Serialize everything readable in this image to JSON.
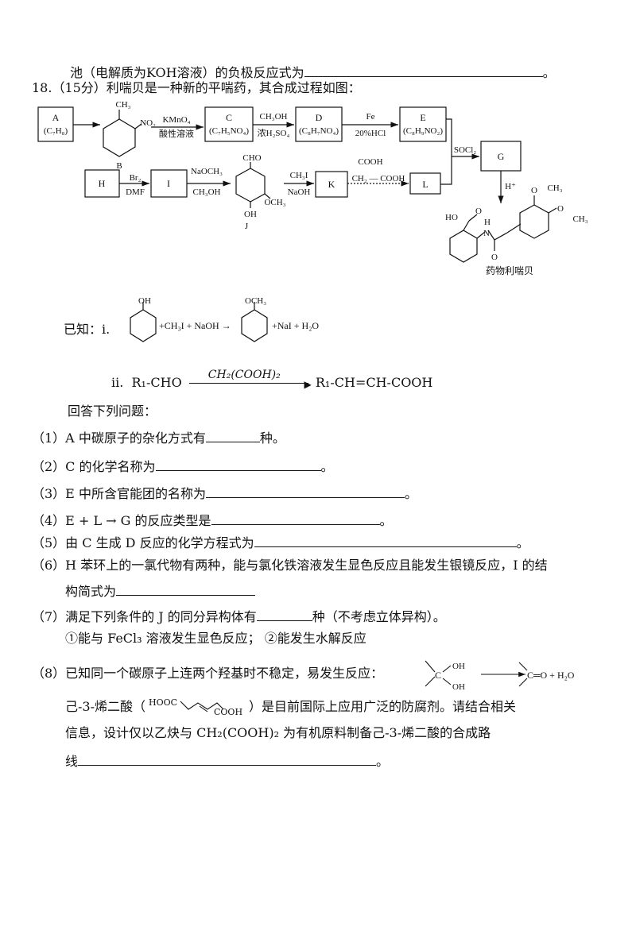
{
  "prev_line": {
    "text": "池（电解质为KOH溶液）的负极反应式为",
    "end": "。"
  },
  "q18": {
    "title": "18.（15分）利喘贝是一种新的平喘药，其合成过程如图：",
    "scheme": {
      "A": "A",
      "A_f": "(C₇H₈)",
      "B": "B",
      "B_ch3": "CH₃",
      "B_no2": "NO₂",
      "r1_top": "KMnO₄",
      "r1_bot": "酸性溶液",
      "C": "C",
      "C_f": "(C₇H₅NO₄)",
      "r2_top": "CH₃OH",
      "r2_bot": "浓H₂SO₄",
      "D": "D",
      "D_f": "(C₈H₇NO₄)",
      "r3_top": "Fe",
      "r3_bot": "20%HCl",
      "E": "E",
      "E_f": "(C₈H₉NO₂)",
      "r4": "SOCl₂",
      "G": "G",
      "r5": "H⁺",
      "H": "H",
      "r6_top": "Br₂",
      "r6_bot": "DMF",
      "I": "I",
      "r7_top": "NaOCH₃",
      "r7_bot": "CH₃OH",
      "J_cho": "CHO",
      "J_och3": "OCH₃",
      "J_oh": "OH",
      "J": "J",
      "r8_top": "CH₃I",
      "r8_bot": "NaOH",
      "K": "K",
      "mal_top": "COOH",
      "mal_bot": "CH₂ — COOH",
      "L": "L",
      "prod_ho": "HO",
      "prod_o1": "O",
      "prod_h": "H",
      "prod_n": "N",
      "prod_o2": "O",
      "prod_o3": "O",
      "prod_ch3a": "CH₃",
      "prod_o4": "O",
      "prod_ch3b": "CH₃",
      "product_label": "药物利喘贝"
    },
    "known_i": {
      "label": "已知：i.",
      "oh": "OH",
      "mid": "+CH₃I + NaOH →",
      "och3": "OCH₃",
      "end": "+NaI + H₂O"
    },
    "known_ii": {
      "label": "ii.",
      "left": "R₁-CHO",
      "reagent": "CH₂(COOH)₂",
      "right": "R₁-CH=CH-COOH"
    },
    "answer_intro": "回答下列问题：",
    "questions": [
      {
        "pre": "（1）A 中碳原子的杂化方式有",
        "post": "种。"
      },
      {
        "pre": "（2）C 的化学名称为",
        "post": "。"
      },
      {
        "pre": "（3）E 中所含官能团的名称为",
        "post": "。"
      },
      {
        "pre": "（4）E + L → G 的反应类型是",
        "post": "。"
      },
      {
        "pre": "（5）由 C 生成 D 反应的化学方程式为",
        "post": "。"
      },
      {
        "pre": "（6）H 苯环上的一氯代物有两种，能与氯化铁溶液发生显色反应且能发生银镜反应，I 的结",
        "line2": "构简式为"
      },
      {
        "pre": "（7）满足下列条件的 J 的同分异构体有",
        "post": "种（不考虑立体异构）。",
        "line2": "①能与 FeCl₃ 溶液发生显色反应；  ②能发生水解反应"
      },
      {
        "pre": "（8）已知同一个碳原子上连两个羟基时不稳定，易发生反应：",
        "eq_oh1": "OH",
        "eq_oh2": "OH",
        "eq_c": "C",
        "eq_prod": "C═O + H₂O",
        "line2_pre": "己-3-烯二酸（",
        "hooc": "HOOC",
        "cooh": "COOH",
        "line2_post": "）是目前国际上应用广泛的防腐剂。请结合相关",
        "line3": "信息，设计仅以乙炔与 CH₂(COOH)₂ 为有机原料制备己-3-烯二酸的合成路",
        "line4": "线",
        "post": "。"
      }
    ]
  }
}
